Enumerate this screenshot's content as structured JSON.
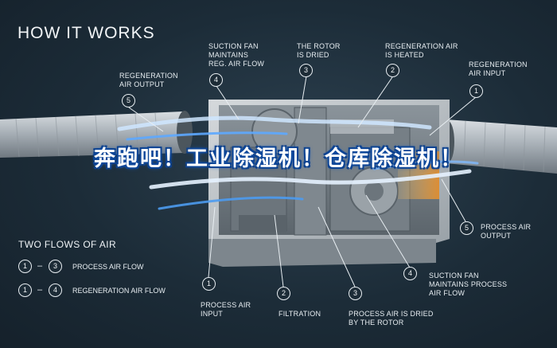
{
  "title": "HOW IT WORKS",
  "overlay_text": "奔跑吧！工业除湿机！仓库除湿机！",
  "legend": {
    "title": "TWO FLOWS OF AIR",
    "rows": [
      {
        "from": "1",
        "to": "3",
        "label": "PROCESS AIR FLOW"
      },
      {
        "from": "1",
        "to": "4",
        "label": "REGENERATION AIR FLOW"
      }
    ]
  },
  "top_callouts": [
    {
      "num": "5",
      "label": "REGENERATION\nAIR OUTPUT"
    },
    {
      "num": "4",
      "label": "SUCTION FAN\nMAINTAINS\nREG. AIR FLOW"
    },
    {
      "num": "3",
      "label": "THE ROTOR\nIS DRIED"
    },
    {
      "num": "2",
      "label": "REGENERATION AIR\nIS HEATED"
    },
    {
      "num": "1",
      "label": "REGENERATION\nAIR INPUT"
    }
  ],
  "bottom_callouts": [
    {
      "num": "1",
      "label": "PROCESS AIR\nINPUT"
    },
    {
      "num": "2",
      "label": "FILTRATION"
    },
    {
      "num": "3",
      "label": "PROCESS AIR IS DRIED\nBY THE ROTOR"
    },
    {
      "num": "4",
      "label": "SUCTION FAN\nMAINTAINS PROCESS\nAIR FLOW"
    },
    {
      "num": "5",
      "label": "PROCESS AIR\nOUTPUT"
    }
  ],
  "colors": {
    "background": "#1c2c38",
    "accent_blue": "#2f7fd6",
    "heat_orange": "#e59a3a",
    "overlay_glow": "#1560c9"
  }
}
